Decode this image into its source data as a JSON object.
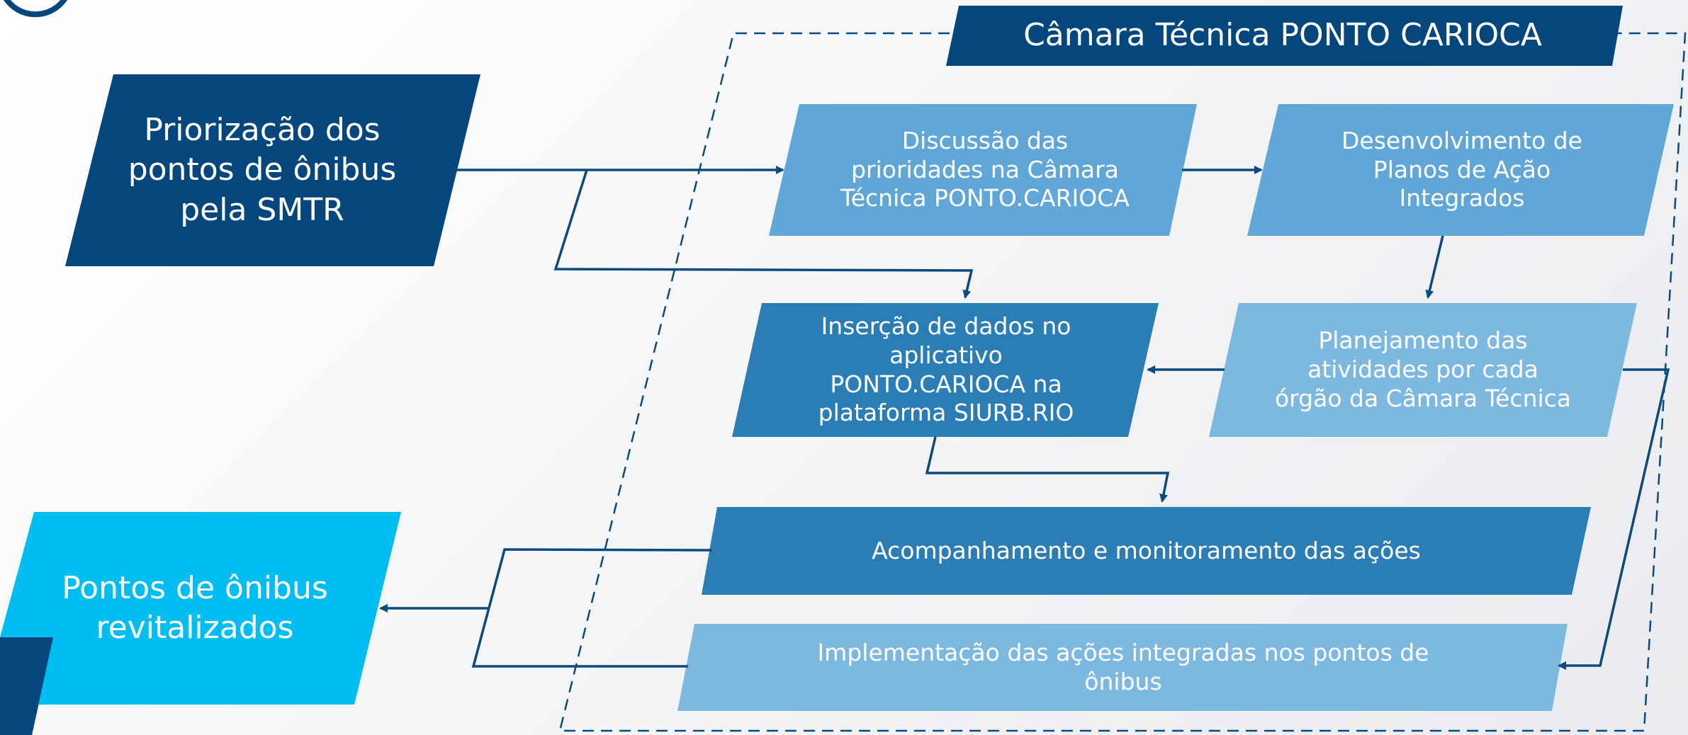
{
  "title": "Câmara Técnica PONTO CARIOCA",
  "nodes": {
    "prioritization": "Priorização dos\npontos de ônibus\npela SMTR",
    "discussion": "Discussão das\nprioridades na Câmara\nTécnica PONTO.CARIOCA",
    "development": "Desenvolvimento de\nPlanos de Ação\nIntegrados",
    "data_entry": "Inserção de dados no\naplicativo\nPONTO.CARIOCA na\nplataforma SIURB.RIO",
    "planning": "Planejamento das\natividades por cada\nórgão da Câmara Técnica",
    "monitoring": "Acompanhamento e monitoramento das ações",
    "implementation": "Implementação das ações integradas nos pontos de\nônibus",
    "revitalized": "Pontos de ônibus\nrevitalizados"
  },
  "colors": {
    "dark_navy": "#05477c",
    "mid_blue": "#2a7db5",
    "light_blue": "#60a7d8",
    "pale_blue": "#7db8e0",
    "cyan": "#00bdf2",
    "connector": "#0b4a7e"
  }
}
